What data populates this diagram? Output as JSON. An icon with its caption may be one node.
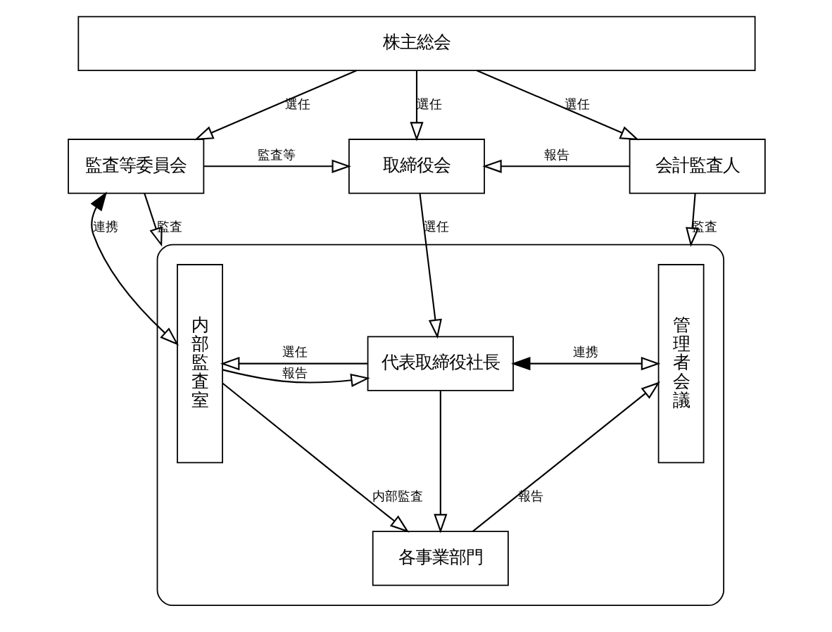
{
  "diagram": {
    "nodes": [
      {
        "text": [
          "株主総会"
        ]
      },
      {
        "text": [
          "監査等委員会"
        ]
      },
      {
        "text": [
          "取締役会"
        ]
      },
      {
        "text": [
          "会計監査人"
        ]
      },
      {
        "text": [],
        "shape": "box"
      },
      {
        "text": [
          "内部監査室"
        ],
        "in": 4
      },
      {
        "text": [
          "代表取締役社長"
        ],
        "in": 4
      },
      {
        "text": [
          "各事業部門"
        ],
        "in": 4
      },
      {
        "text": [
          "管理者会議"
        ],
        "in": 4
      }
    ],
    "edges": [
      {
        "from": 0,
        "to": 1,
        "arrow": "to",
        "label": "選任"
      },
      {
        "from": 0,
        "to": 2,
        "arrow": "to",
        "label": "選任"
      },
      {
        "from": 0,
        "to": 3,
        "arrow": "to",
        "label": "選任"
      },
      {
        "from": 1,
        "to": 2,
        "arrow": "to",
        "label": "監査等"
      },
      {
        "from": 3,
        "to": 2,
        "arrow": "to",
        "label": "報告"
      },
      {
        "from": 1,
        "to": 5,
        "arrow": "both",
        "label": "連携"
      },
      {
        "from": 1,
        "to": 4,
        "arrow": "to",
        "label": "監査"
      },
      {
        "from": 2,
        "to": 6,
        "arrow": "to",
        "label": "選任"
      },
      {
        "from": 3,
        "to": 4,
        "arrow": "to",
        "label": "監査"
      },
      {
        "from": 6,
        "to": 5,
        "arrow": "to",
        "label": "選任"
      },
      {
        "from": 5,
        "to": 6,
        "arrow": "to",
        "label": "報告"
      },
      {
        "from": 6,
        "to": 8,
        "arrow": "both",
        "label": "連携"
      },
      {
        "from": 6,
        "to": 7,
        "arrow": "to"
      },
      {
        "from": 5,
        "to": 7,
        "arrow": "to",
        "label": "内部監査"
      },
      {
        "from": 7,
        "to": 8,
        "arrow": "to",
        "label": "報告"
      }
    ]
  }
}
